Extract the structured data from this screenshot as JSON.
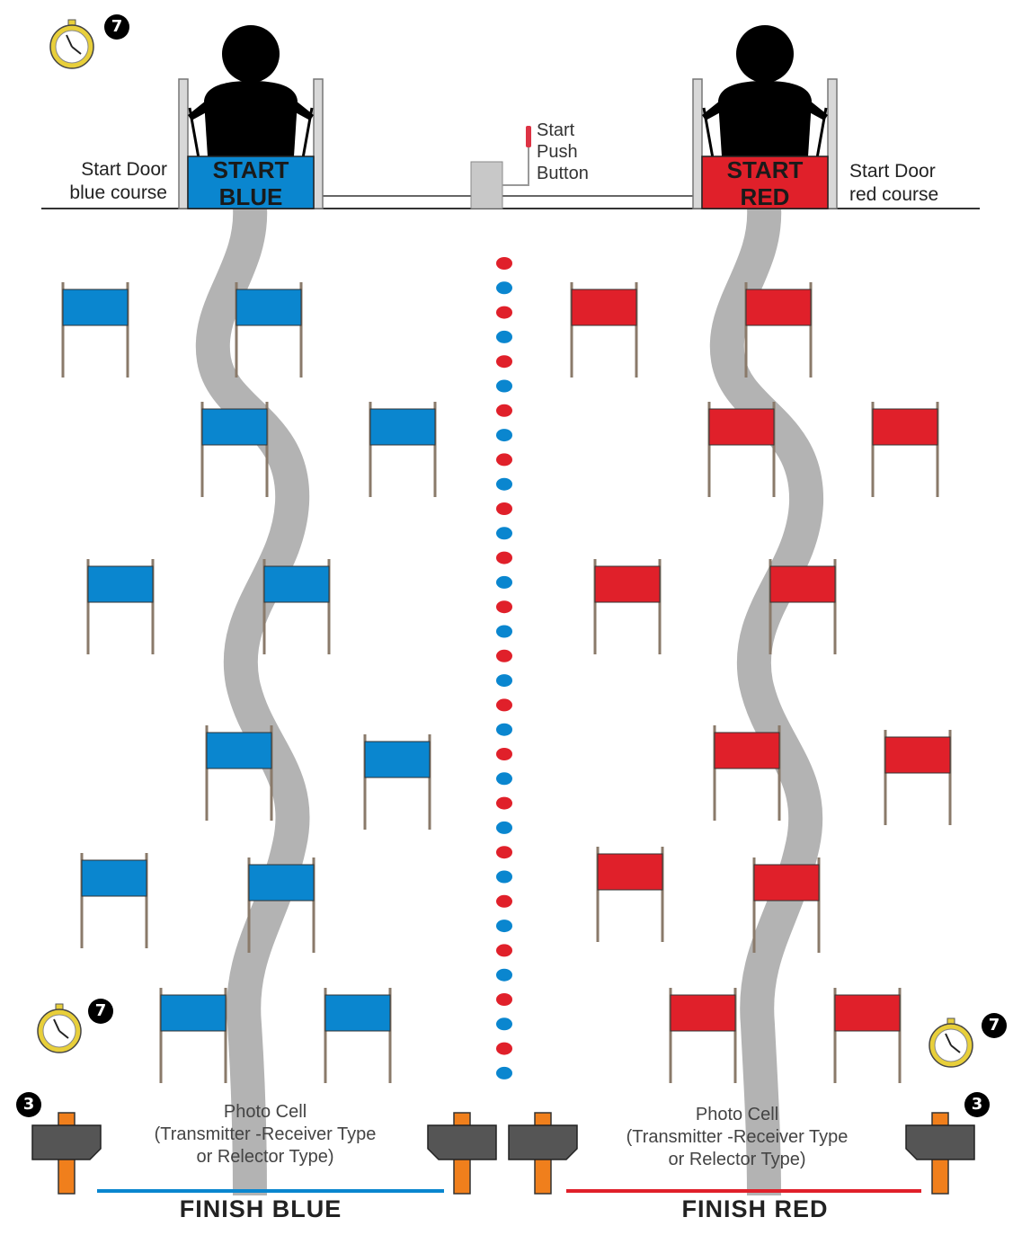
{
  "colors": {
    "blue": "#0a86cf",
    "red": "#e0202a",
    "path": "#b3b3b3",
    "post": "#f07f1c",
    "photocell": "#555555",
    "watch": "#e8cf3a"
  },
  "blue_course": {
    "door_label": [
      "Start Door",
      "blue course"
    ],
    "start_label": [
      "START",
      "BLUE"
    ],
    "finish_label": "FINISH BLUE",
    "photo_cell_label": [
      "Photo Cell",
      "(Transmitter -Receiver Type",
      "or Relector Type)"
    ]
  },
  "red_course": {
    "door_label": [
      "Start Door",
      "red course"
    ],
    "start_label": [
      "START",
      "RED"
    ],
    "finish_label": "FINISH RED",
    "photo_cell_label": [
      "Photo Cell",
      "(Transmitter -Receiver Type",
      "or Relector Type)"
    ]
  },
  "start_button_label": [
    "Start",
    "Push",
    "Button"
  ],
  "badges": {
    "stopwatch_count": "7",
    "photocell_count": "3"
  },
  "icons": [
    "stopwatch-icon",
    "skier-icon",
    "photo-cell-icon",
    "gate-flag-icon",
    "divider-dot-icon"
  ]
}
